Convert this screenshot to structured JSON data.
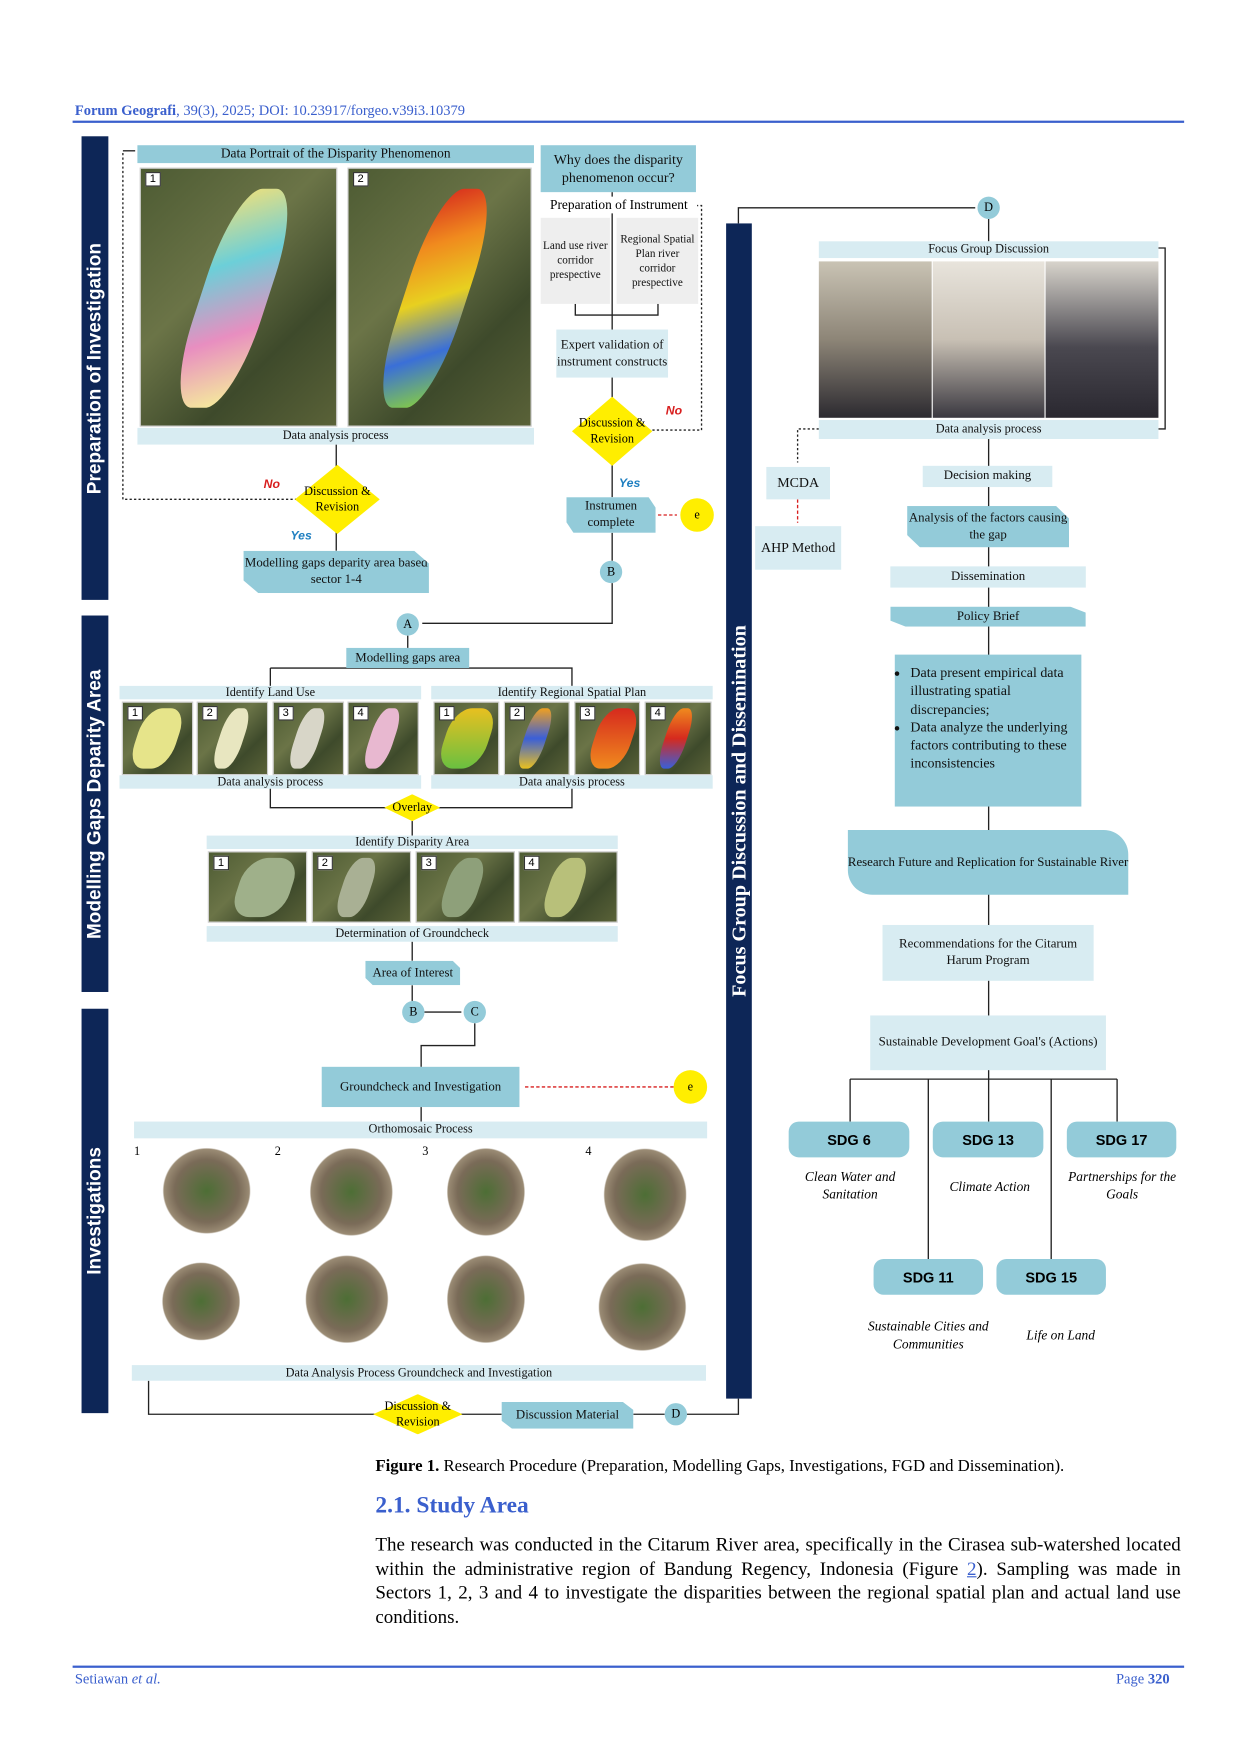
{
  "header": {
    "journal": "Forum Geografi",
    "citation": ", 39(3), 2025; DOI: 10.23917/forgeo.v39i3.10379"
  },
  "sections": {
    "preparation": "Preparation of Investigation",
    "modelling": "Modelling Gaps Deparity Area",
    "investigations": "Investigations",
    "fgd": "Focus Group Discussion and Dissemination"
  },
  "prep": {
    "portrait": "Data Portrait of the Disparity Phenomenon",
    "map1": "1",
    "map2": "2",
    "analysis": "Data analysis process",
    "why": "Why does the disparity phenomenon occur?",
    "instrument": "Preparation of Instrument",
    "landuse": "Land use river corridor prespective",
    "regional": "Regional Spatial Plan river corridor prespective",
    "expert": "Expert validation of instrument constructs",
    "discuss1": "Discussion & Revision",
    "no": "No",
    "yes": "Yes",
    "complete": "Instrumen complete",
    "e": "e",
    "b": "B",
    "discuss2": "Discussion & Revision",
    "modelling_box": "Modelling gaps deparity area based sector 1-4"
  },
  "modelling": {
    "a": "A",
    "area": "Modelling gaps area",
    "landuse": "Identify Land Use",
    "regional": "Identify Regional Spatial Plan",
    "analysis": "Data analysis process",
    "overlay": "Overlay",
    "disparity": "Identify Disparity Area",
    "determination": "Determination of Groundcheck",
    "aoi": "Area of Interest",
    "b": "B",
    "c": "C",
    "nums": [
      "1",
      "2",
      "3",
      "4"
    ]
  },
  "invest": {
    "groundcheck": "Groundcheck and Investigation",
    "e": "e",
    "ortho": "Orthomosaic Process",
    "analysis": "Data Analysis Process Groundcheck and Investigation",
    "discussion": "Discussion & Revision",
    "material": "Discussion Material",
    "d": "D",
    "nums": [
      "1",
      "2",
      "3",
      "4"
    ]
  },
  "fgd": {
    "d": "D",
    "fgd": "Focus Group Discussion",
    "analysis": "Data analysis process",
    "mcda": "MCDA",
    "ahp": "AHP Method",
    "decision": "Decision making",
    "factors": "Analysis of the factors causing the gap",
    "dissemination": "Dissemination",
    "policy": "Policy Brief",
    "bullet1": "Data present empirical data illustrating spatial discrepancies;",
    "bullet2": "Data analyze the underlying factors contributing to these inconsistencies",
    "future": "Research Future and Replication for Sustainable River",
    "recommend": "Recommendations for the Citarum Harum Program",
    "sdg_actions": "Sustainable Development Goal's (Actions)",
    "sdgs": [
      {
        "code": "SDG 6",
        "label": "Clean Water and Sanitation"
      },
      {
        "code": "SDG 13",
        "label": "Climate Action"
      },
      {
        "code": "SDG 17",
        "label": "Partnerships for the Goals"
      },
      {
        "code": "SDG 11",
        "label": "Sustainable Cities and Communities"
      },
      {
        "code": "SDG 15",
        "label": "Life on Land"
      }
    ]
  },
  "caption": {
    "label": "Figure 1.",
    "text": " Research Procedure (Preparation, Modelling Gaps, Investigations, FGD and Dissemination)."
  },
  "section": {
    "heading": "2.1. Study Area",
    "p1": "The research was conducted in the Citarum River area, specifically in the Cirasea sub-watershed located within the administrative region of Bandung Regency, Indonesia (Figure ",
    "link": "2",
    "p2": "). Sampling was made in Sectors 1, 2, 3 and 4 to investigate the disparities between the regional spatial plan and actual land use conditions."
  },
  "footer": {
    "author": "Setiawan ",
    "etal": "et al.",
    "page_label": "Page ",
    "page": "320"
  },
  "colors": {
    "navy": "#0d2657",
    "box": "#93cbd9",
    "pale": "#d8ecf2",
    "yellow": "#ffee00",
    "link": "#3a5fcd"
  }
}
